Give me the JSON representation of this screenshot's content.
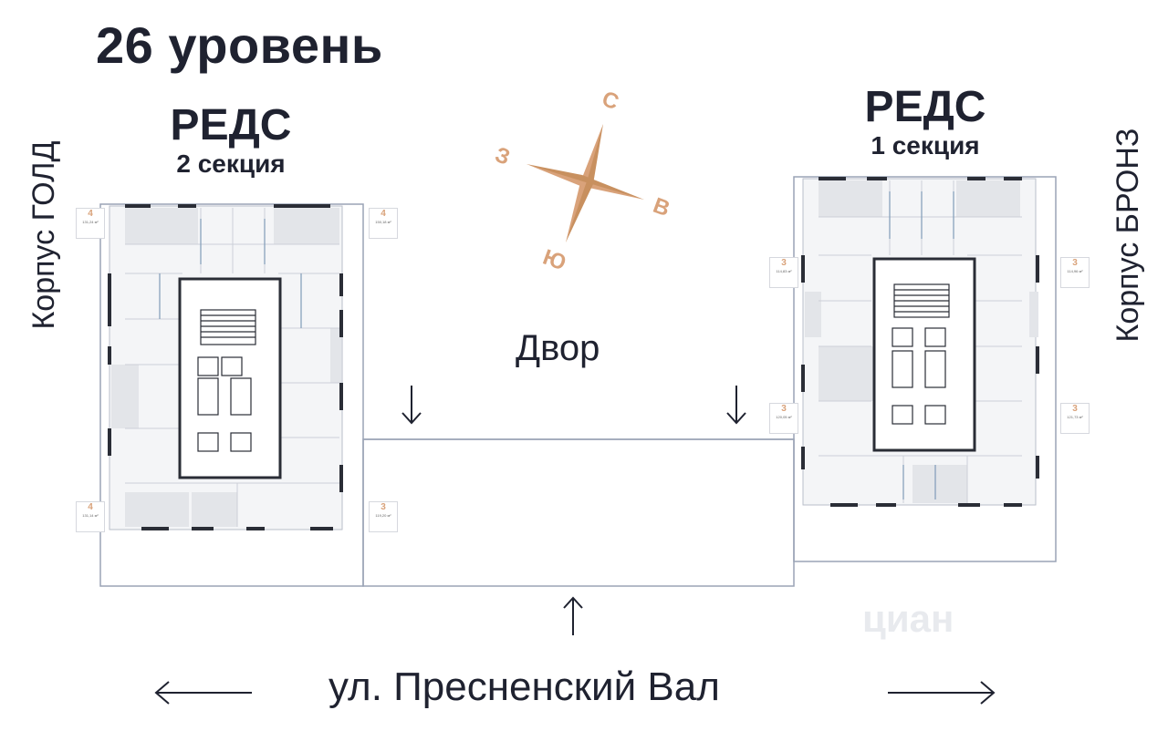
{
  "level_title": "26 уровень",
  "left_building": {
    "name": "РЕДС",
    "section": "2 секция"
  },
  "right_building": {
    "name": "РЕДС",
    "section": "1 секция"
  },
  "left_label": "Корпус ГОЛД",
  "right_label": "Корпус БРОНЗ",
  "yard_label": "Двор",
  "street_label": "ул. Пресненский Вал",
  "compass": {
    "north": "С",
    "east": "В",
    "south": "Ю",
    "west": "З",
    "color": "#d9a27a"
  },
  "watermark": "циан",
  "apartment_badges": [
    {
      "rooms": "4",
      "area": "131,24 м²"
    },
    {
      "rooms": "4",
      "area": "150,18 м²"
    },
    {
      "rooms": "4",
      "area": "131,14 м²"
    },
    {
      "rooms": "3",
      "area": "119,20 м²"
    },
    {
      "rooms": "3",
      "area": "114,83 м²"
    },
    {
      "rooms": "3",
      "area": "114,96 м²"
    },
    {
      "rooms": "3",
      "area": "120,05 м²"
    },
    {
      "rooms": "3",
      "area": "121,73 м²"
    }
  ],
  "colors": {
    "text": "#1f2230",
    "outline": "#9aa3b5",
    "accent": "#d9a27a"
  }
}
